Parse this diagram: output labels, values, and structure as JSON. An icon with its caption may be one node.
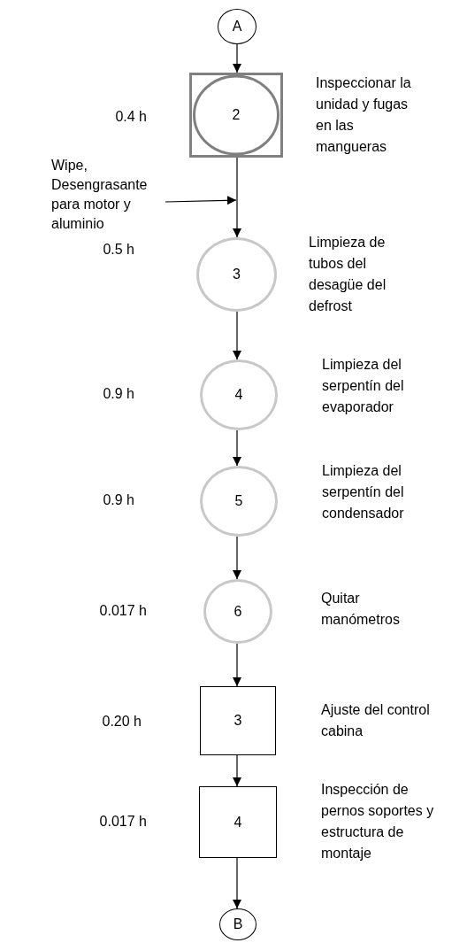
{
  "diagram": {
    "nodes": [
      {
        "text": [
          "A"
        ]
      },
      {
        "text": [
          "2"
        ],
        "beside": [
          "Inspeccionar la unidad y fugas en las mangueras"
        ]
      },
      {
        "text": [
          "Wipe, Desengrasante para motor y aluminio"
        ]
      },
      {
        "text": [
          "3"
        ],
        "beside": [
          "Limpieza de tubos del desagüe del defrost"
        ]
      },
      {
        "text": [
          "4"
        ],
        "beside": [
          "Limpieza del serpentín del evaporador"
        ]
      },
      {
        "text": [
          "5"
        ],
        "beside": [
          "Limpieza del serpentín del condensador"
        ]
      },
      {
        "text": [
          "6"
        ],
        "beside": [
          "Quitar manómetros"
        ]
      },
      {
        "text": [
          "3"
        ],
        "beside": [
          "Ajuste del control cabina"
        ]
      },
      {
        "text": [
          "4"
        ],
        "beside": [
          "Inspección de pernos soportes y estructura de montaje"
        ]
      },
      {
        "text": [
          "B"
        ]
      }
    ],
    "edges": [
      {
        "from": 0,
        "to": 1,
        "arrow": "to"
      },
      {
        "from": 1,
        "to": 3,
        "arrow": "to"
      },
      {
        "from": 2,
        "to": null,
        "arrow": "to"
      },
      {
        "from": 3,
        "to": 4,
        "arrow": "to"
      },
      {
        "from": 4,
        "to": 5,
        "arrow": "to"
      },
      {
        "from": 5,
        "to": 6,
        "arrow": "to"
      },
      {
        "from": 6,
        "to": 7,
        "arrow": "to"
      },
      {
        "from": 7,
        "to": 8,
        "arrow": "to"
      },
      {
        "from": 8,
        "to": 9,
        "arrow": "to"
      }
    ],
    "labels": [
      "0.4 h",
      "0.5 h",
      "0.9 h",
      "0.9 h",
      "0.017 h",
      "0.20 h",
      "0.017 h"
    ]
  }
}
